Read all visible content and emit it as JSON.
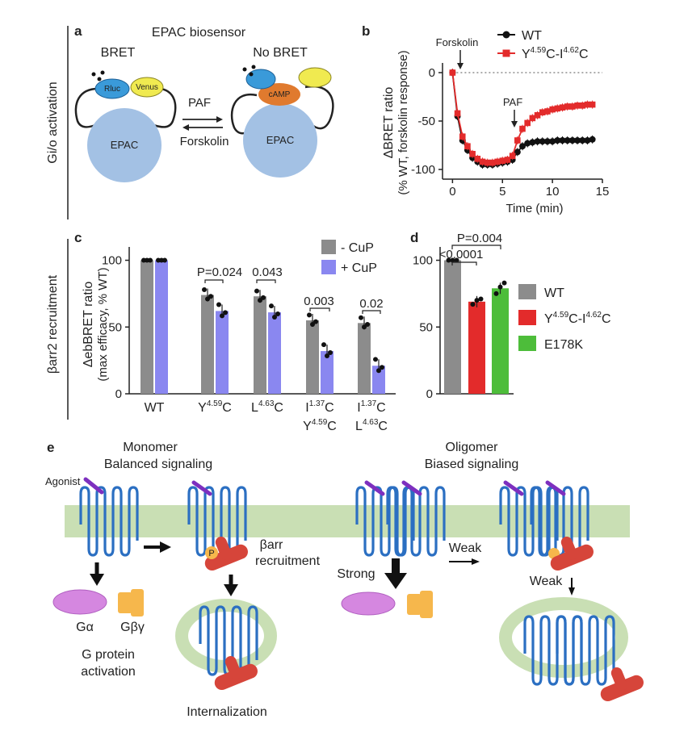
{
  "panel_a": {
    "letter": "a",
    "side_label": "Gi/o activation",
    "title": "EPAC biosensor",
    "bret": "BRET",
    "no_bret": "No BRET",
    "rluc": "Rluc",
    "venus": "Venus",
    "epac_left": "EPAC",
    "epac_right": "EPAC",
    "camp": "cAMP",
    "paf": "PAF",
    "forskolin": "Forskolin"
  },
  "panel_b": {
    "letter": "b",
    "ylabel_1": "ΔBRET ratio",
    "ylabel_2": "(% WT, forskolin response)",
    "xlabel": "Time (min)",
    "annot_forskolin": "Forskolin",
    "annot_paf": "PAF",
    "legend_wt": "WT",
    "legend_mut": "Y4.59C-I4.62C",
    "chart_data": {
      "type": "line",
      "xlabel": "Time (min)",
      "ylabel": "ΔBRET ratio (% WT, forskolin response)",
      "xlim": [
        -1,
        15
      ],
      "ylim": [
        -110,
        10
      ],
      "xticks": [
        0,
        5,
        10,
        15
      ],
      "yticks": [
        0,
        -50,
        -100
      ],
      "series": [
        {
          "name": "WT",
          "color": "#111111",
          "x": [
            0,
            0.5,
            1,
            1.5,
            2,
            2.5,
            3,
            3.5,
            4,
            4.5,
            5,
            5.5,
            6,
            6.5,
            7,
            7.5,
            8,
            8.5,
            9,
            9.5,
            10,
            10.5,
            11,
            11.5,
            12,
            12.5,
            13,
            13.5,
            14
          ],
          "y": [
            0,
            -45,
            -70,
            -80,
            -88,
            -92,
            -95,
            -95,
            -95,
            -94,
            -93,
            -92,
            -90,
            -82,
            -76,
            -73,
            -72,
            -71,
            -71,
            -71,
            -71,
            -70,
            -70,
            -70,
            -70,
            -70,
            -70,
            -70,
            -69
          ]
        },
        {
          "name": "Y4.59C-I4.62C",
          "color": "#e32b2b",
          "x": [
            0,
            0.5,
            1,
            1.5,
            2,
            2.5,
            3,
            3.5,
            4,
            4.5,
            5,
            5.5,
            6,
            6.5,
            7,
            7.5,
            8,
            8.5,
            9,
            9.5,
            10,
            10.5,
            11,
            11.5,
            12,
            12.5,
            13,
            13.5,
            14
          ],
          "y": [
            0,
            -42,
            -66,
            -76,
            -84,
            -89,
            -92,
            -93,
            -93,
            -92,
            -91,
            -90,
            -86,
            -70,
            -58,
            -52,
            -47,
            -44,
            -41,
            -40,
            -38,
            -37,
            -36,
            -35,
            -35,
            -34,
            -34,
            -33,
            -33
          ]
        }
      ]
    }
  },
  "panel_c": {
    "letter": "c",
    "side_label": "βarr2 recruitment",
    "ylabel_1": "ΔebBRET ratio",
    "ylabel_2": "(max efficacy, % WT)",
    "legend": [
      "- CuP",
      "+ CuP"
    ],
    "pvalues": [
      "P=0.024",
      "0.043",
      "0.003",
      "0.02"
    ],
    "cat_wt": "WT",
    "cat_y": "Y4.59C",
    "cat_l": "L4.63C",
    "cat_iy_1": "I1.37C",
    "cat_iy_2": "Y4.59C",
    "cat_il_1": "I1.37C",
    "cat_il_2": "L4.63C",
    "chart_data": {
      "type": "bar",
      "categories": [
        "WT",
        "Y4.59C",
        "L4.63C",
        "I1.37C Y4.59C",
        "I1.37C L4.63C"
      ],
      "ylim": [
        0,
        110
      ],
      "yticks": [
        0,
        50,
        100
      ],
      "series": [
        {
          "name": "- CuP",
          "color": "#8c8c8c",
          "values": [
            100,
            74,
            73,
            55,
            53
          ]
        },
        {
          "name": "+ CuP",
          "color": "#8a87f0",
          "values": [
            100,
            62,
            61,
            32,
            21
          ]
        }
      ]
    }
  },
  "panel_d": {
    "letter": "d",
    "p1": "<0.0001",
    "p2": "P=0.004",
    "legend_wt": "WT",
    "legend_mut": "Y4.59C-I4.62C",
    "legend_e": "E178K",
    "chart_data": {
      "type": "bar",
      "categories": [
        "WT",
        "Y4.59C-I4.62C",
        "E178K"
      ],
      "ylim": [
        0,
        110
      ],
      "yticks": [
        0,
        50,
        100
      ],
      "values": [
        100,
        69,
        79
      ],
      "colors": [
        "#8c8c8c",
        "#e32b2b",
        "#4dbd3a"
      ]
    }
  },
  "panel_e": {
    "letter": "e",
    "monomer_1": "Monomer",
    "monomer_2": "Balanced signaling",
    "oligomer_1": "Oligomer",
    "oligomer_2": "Biased signaling",
    "agonist": "Agonist",
    "galpha": "Gα",
    "gbg": "Gβγ",
    "gprot_1": "G protein",
    "gprot_2": "activation",
    "barr_1": "βarr",
    "barr_2": "recruitment",
    "p": "P",
    "internalization": "Internalization",
    "strong": "Strong",
    "weak_1": "Weak",
    "weak_2": "Weak"
  }
}
